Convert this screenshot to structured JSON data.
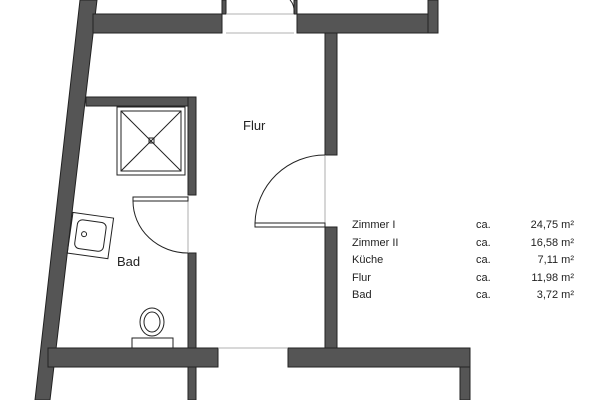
{
  "rooms": {
    "flur": "Flur",
    "bad": "Bad"
  },
  "areas": [
    {
      "room": "Zimmer I",
      "prefix": "ca.",
      "value": "24,75 m²"
    },
    {
      "room": "Zimmer II",
      "prefix": "ca.",
      "value": "16,58 m²"
    },
    {
      "room": "Küche",
      "prefix": "ca.",
      "value": "7,11 m²"
    },
    {
      "room": "Flur",
      "prefix": "ca.",
      "value": "11,98 m²"
    },
    {
      "room": "Bad",
      "prefix": "ca.",
      "value": "3,72 m²"
    }
  ],
  "colors": {
    "wall": "#555555",
    "line": "#222222"
  }
}
